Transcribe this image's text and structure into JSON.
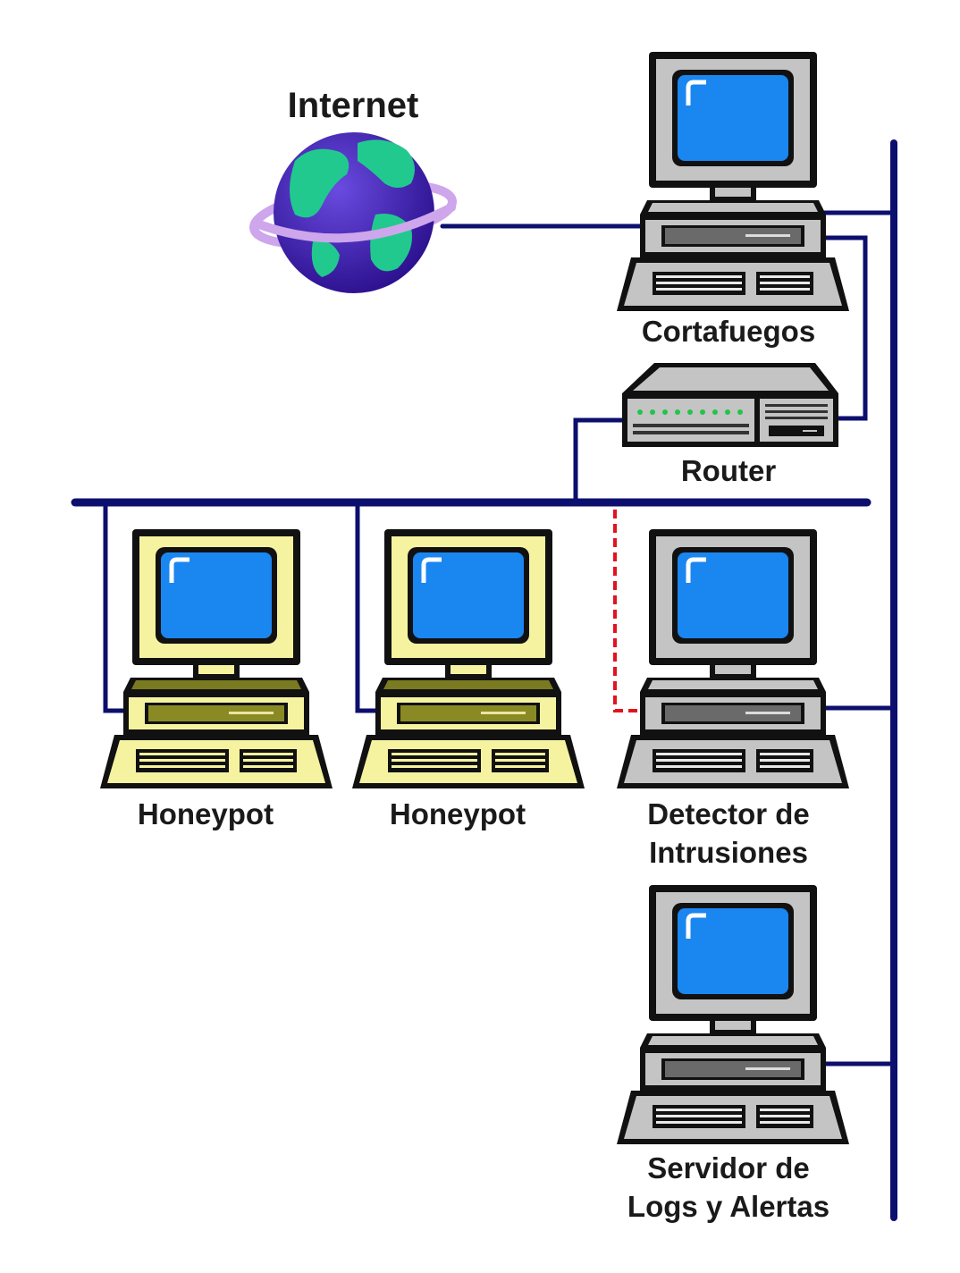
{
  "colors": {
    "background": "#ffffff",
    "link": "#0c0f6e",
    "monitored_link": "#e0141e",
    "screen": "#1a86f0",
    "device_gray": "#c4c4c4",
    "honeypot_yellow": "#f6f3a0",
    "ocean": "#3a1fb5",
    "land": "#22c98e",
    "orbit": "#cda6ec"
  },
  "nodes": {
    "internet": {
      "label": "Internet",
      "icon": "globe-icon"
    },
    "firewall": {
      "label": "Cortafuegos",
      "icon": "computer-icon"
    },
    "router": {
      "label": "Router",
      "icon": "router-icon"
    },
    "honeypot1": {
      "label": "Honeypot",
      "icon": "computer-icon"
    },
    "honeypot2": {
      "label": "Honeypot",
      "icon": "computer-icon"
    },
    "ids": {
      "label_line1": "Detector de",
      "label_line2": "Intrusiones",
      "icon": "computer-icon"
    },
    "logserver": {
      "label_line1": "Servidor de",
      "label_line2": "Logs y Alertas",
      "icon": "computer-icon"
    }
  }
}
